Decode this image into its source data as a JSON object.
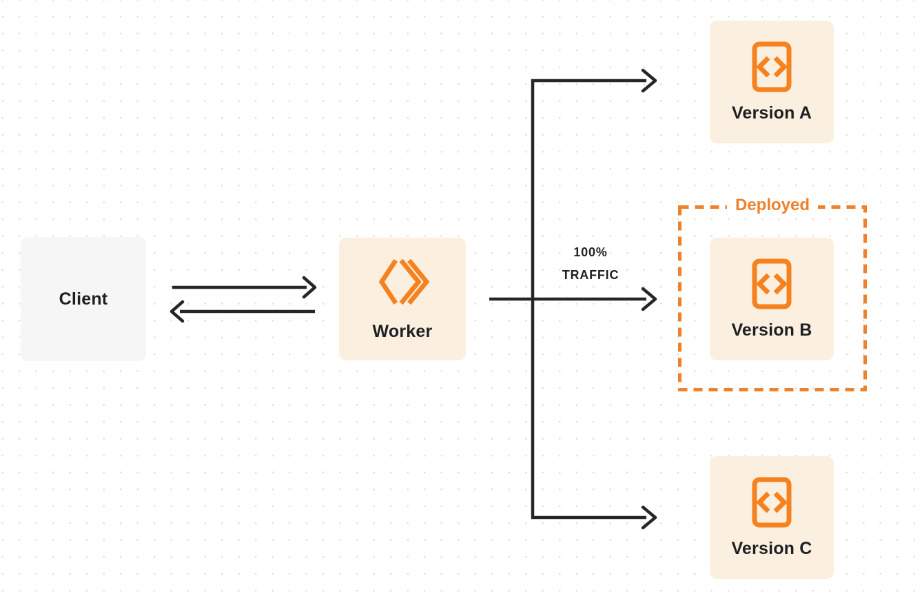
{
  "colors": {
    "orange_accent": "#f6821f",
    "deployed_orange": "#f0812c",
    "node_cream_background": "#fbf0e0",
    "client_gray_background": "#f6f6f7",
    "arrow_black": "#242628",
    "label_text": "#1f2023",
    "canvas_background": "#ffffff",
    "dot_grid": "#dfdfdf"
  },
  "nodes": {
    "client": {
      "label": "Client"
    },
    "worker": {
      "label": "Worker",
      "icon": "cloudflare-worker-icon"
    },
    "version_a": {
      "label": "Version A",
      "icon": "code-file-icon"
    },
    "version_b": {
      "label": "Version B",
      "icon": "code-file-icon"
    },
    "version_c": {
      "label": "Version C",
      "icon": "code-file-icon"
    }
  },
  "annotations": {
    "deployed": {
      "label": "Deployed"
    },
    "traffic": {
      "line1": "100%",
      "line2": "TRAFFIC"
    }
  },
  "edges": [
    {
      "from": "client",
      "to": "worker",
      "direction": "right"
    },
    {
      "from": "worker",
      "to": "client",
      "direction": "left"
    },
    {
      "from": "worker",
      "to": "version_a",
      "type": "elbow-arrow"
    },
    {
      "from": "worker",
      "to": "version_b",
      "type": "straight-arrow",
      "label": "100% TRAFFIC"
    },
    {
      "from": "worker",
      "to": "version_c",
      "type": "elbow-arrow"
    }
  ]
}
